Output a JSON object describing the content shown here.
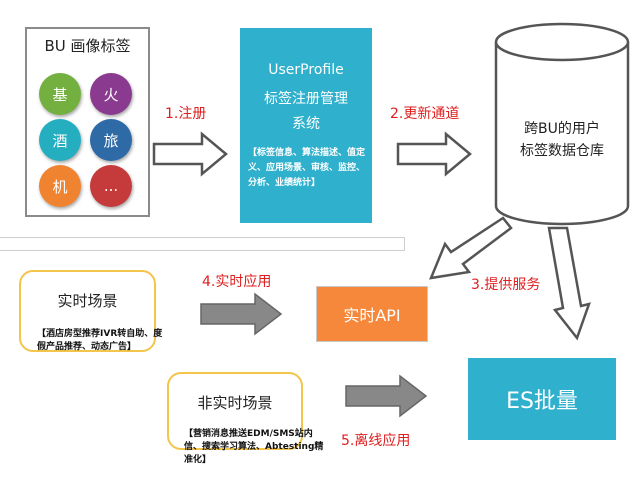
{
  "bu_box": {
    "title": "BU 画像标签",
    "tags": [
      {
        "text": "基",
        "color": "#74b040"
      },
      {
        "text": "火",
        "color": "#8a3b8f"
      },
      {
        "text": "酒",
        "color": "#24aebf"
      },
      {
        "text": "旅",
        "color": "#2e6aa6"
      },
      {
        "text": "机",
        "color": "#ef8330"
      },
      {
        "text": "...",
        "color": "#c53a3a"
      }
    ]
  },
  "steps": {
    "register": "1.注册",
    "update": "2.更新通道",
    "provide": "3.提供服务",
    "realtime_app": "4.实时应用",
    "offline_app": "5.离线应用"
  },
  "user_profile": {
    "line1": "UserProfile",
    "line2": "标签注册管理",
    "line3": "系统",
    "detail": "【标签信息、算法描述、值定义、应用场景、审核、监控、分析、业绩统计】"
  },
  "warehouse": {
    "line1": "跨BU的用户",
    "line2": "标签数据仓库"
  },
  "realtime_scene": {
    "title": "实时场景",
    "note": "【酒店房型推荐IVR转自助、度假产品推荐、动态广告】"
  },
  "offline_scene": {
    "title": "非实时场景",
    "note": "【营销消息推送EDM/SMS站内信、搜索学习算法、Abtesting精准化】"
  },
  "realtime_api": "实时API",
  "es_batch": "ES批量"
}
